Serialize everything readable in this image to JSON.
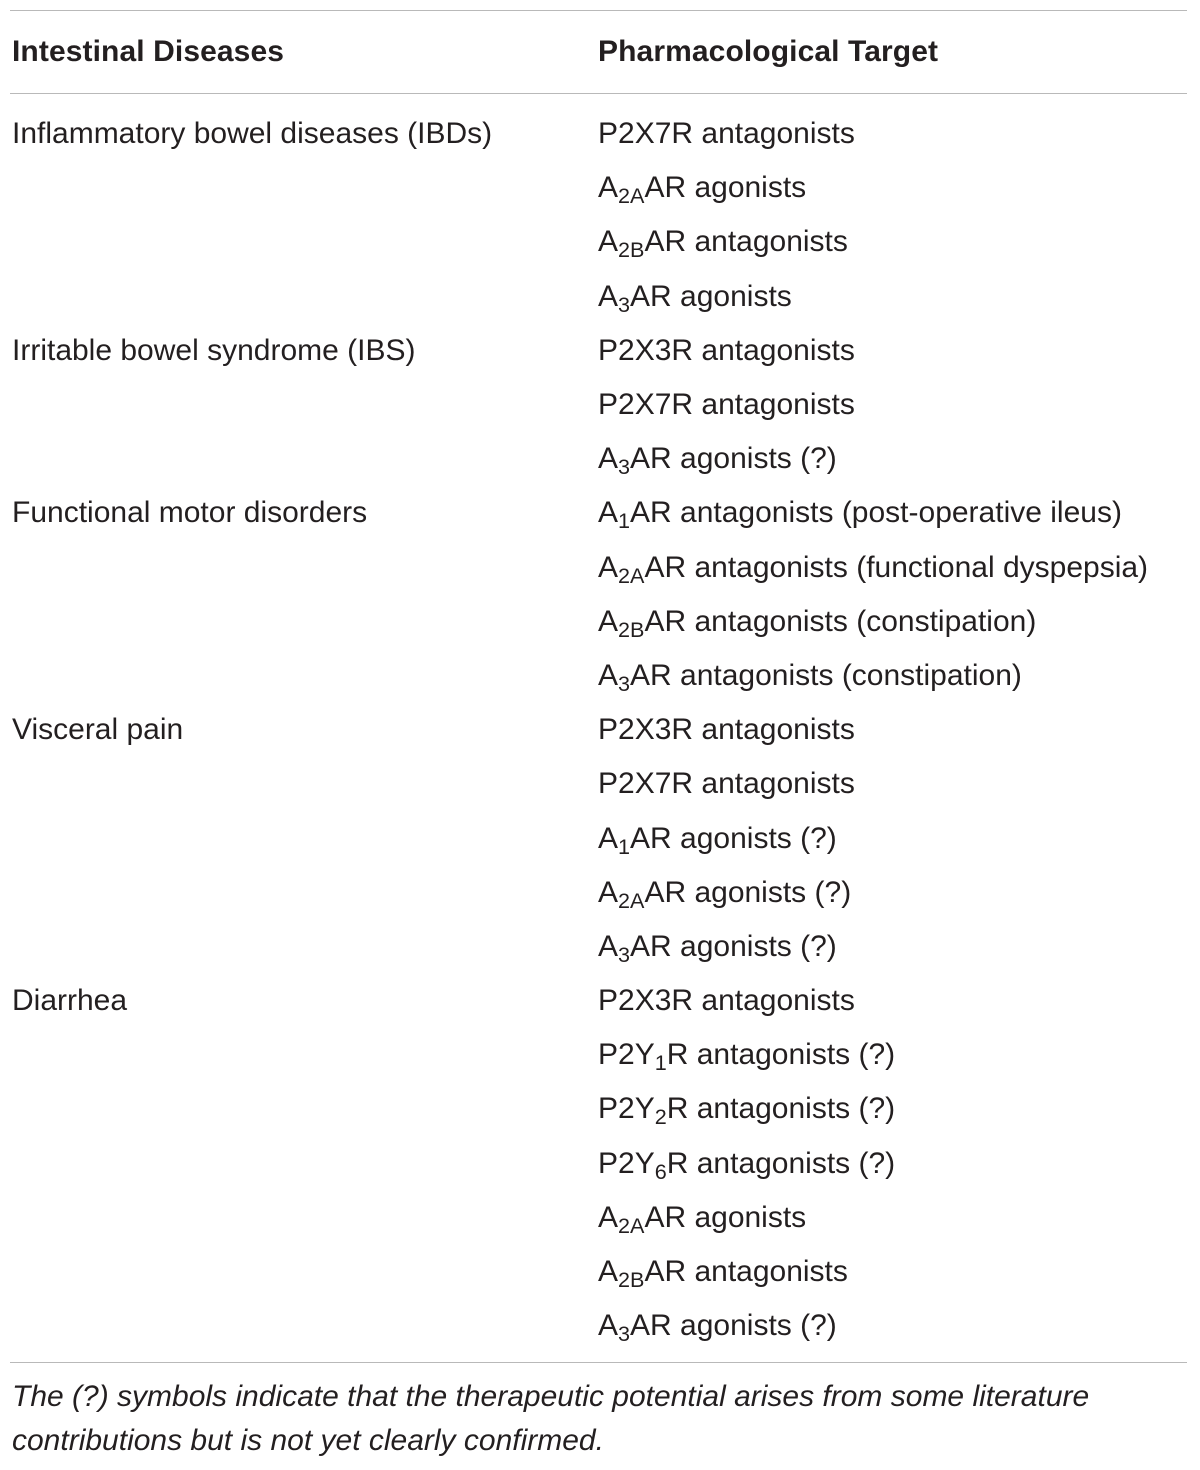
{
  "table": {
    "headers": {
      "disease": "Intestinal Diseases",
      "target": "Pharmacological Target"
    },
    "rows": [
      {
        "disease": "Inflammatory bowel diseases (IBDs)",
        "target": {
          "pre": "P2X7R antagonists",
          "sub": "",
          "post": ""
        }
      },
      {
        "disease": "",
        "target": {
          "pre": "A",
          "sub": "2A",
          "post": "AR agonists"
        }
      },
      {
        "disease": "",
        "target": {
          "pre": "A",
          "sub": "2B",
          "post": "AR antagonists"
        }
      },
      {
        "disease": "",
        "target": {
          "pre": "A",
          "sub": "3",
          "post": "AR agonists"
        }
      },
      {
        "disease": "Irritable bowel syndrome (IBS)",
        "target": {
          "pre": "P2X3R antagonists",
          "sub": "",
          "post": ""
        }
      },
      {
        "disease": "",
        "target": {
          "pre": "P2X7R antagonists",
          "sub": "",
          "post": ""
        }
      },
      {
        "disease": "",
        "target": {
          "pre": "A",
          "sub": "3",
          "post": "AR agonists (?)"
        }
      },
      {
        "disease": "Functional motor disorders",
        "target": {
          "pre": "A",
          "sub": "1",
          "post": "AR antagonists (post-operative ileus)"
        }
      },
      {
        "disease": "",
        "target": {
          "pre": "A",
          "sub": "2A",
          "post": "AR antagonists (functional dyspepsia)"
        }
      },
      {
        "disease": "",
        "target": {
          "pre": "A",
          "sub": "2B",
          "post": "AR antagonists (constipation)"
        }
      },
      {
        "disease": "",
        "target": {
          "pre": "A",
          "sub": "3",
          "post": "AR antagonists (constipation)"
        }
      },
      {
        "disease": "Visceral pain",
        "target": {
          "pre": "P2X3R antagonists",
          "sub": "",
          "post": ""
        }
      },
      {
        "disease": "",
        "target": {
          "pre": "P2X7R antagonists",
          "sub": "",
          "post": ""
        }
      },
      {
        "disease": "",
        "target": {
          "pre": "A",
          "sub": "1",
          "post": "AR agonists (?)"
        }
      },
      {
        "disease": "",
        "target": {
          "pre": "A",
          "sub": "2A",
          "post": "AR agonists (?)"
        }
      },
      {
        "disease": "",
        "target": {
          "pre": "A",
          "sub": "3",
          "post": "AR agonists (?)"
        }
      },
      {
        "disease": "Diarrhea",
        "target": {
          "pre": "P2X3R antagonists",
          "sub": "",
          "post": ""
        }
      },
      {
        "disease": "",
        "target": {
          "pre": "P2Y",
          "sub": "1",
          "post": "R antagonists (?)"
        }
      },
      {
        "disease": "",
        "target": {
          "pre": "P2Y",
          "sub": "2",
          "post": "R antagonists (?)"
        }
      },
      {
        "disease": "",
        "target": {
          "pre": "P2Y",
          "sub": "6",
          "post": "R antagonists (?)"
        }
      },
      {
        "disease": "",
        "target": {
          "pre": "A",
          "sub": "2A",
          "post": "AR agonists"
        }
      },
      {
        "disease": "",
        "target": {
          "pre": "A",
          "sub": "2B",
          "post": "AR antagonists"
        }
      },
      {
        "disease": "",
        "target": {
          "pre": "A",
          "sub": "3",
          "post": "AR agonists (?)"
        }
      }
    ],
    "footnote": "The (?) symbols indicate that the therapeutic potential arises from some literature contributions but is not yet clearly confirmed."
  }
}
